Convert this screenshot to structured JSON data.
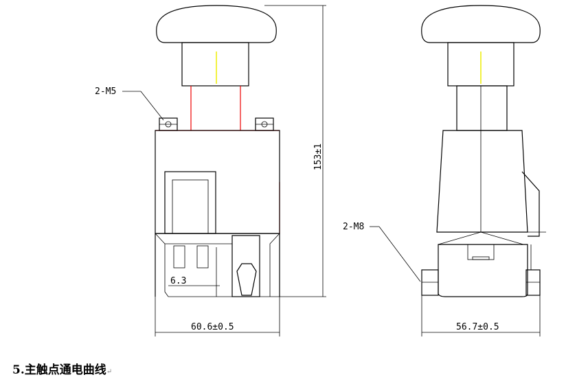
{
  "front_view": {
    "bolt_label": "2-M5",
    "height_dim": "153±1",
    "pitch_dim": "6.3",
    "width_dim": "60.6±0.5"
  },
  "side_view": {
    "bolt_label": "2-M8",
    "width_dim": "56.7±0.5"
  },
  "caption": {
    "text": "5.主触点通电曲线",
    "return_mark": "↵"
  }
}
